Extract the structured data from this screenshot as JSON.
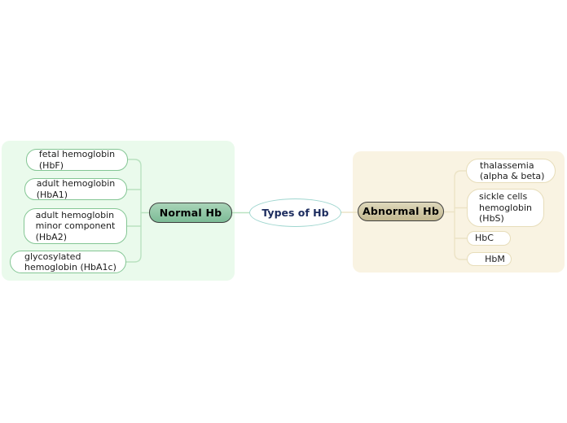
{
  "root": {
    "label": "Types of Hb"
  },
  "normal_branch": {
    "label": "Normal Hb",
    "children": [
      {
        "label": "fetal hemoglobin\n(HbF)"
      },
      {
        "label": "adult hemoglobin\n(HbA1)"
      },
      {
        "label": "adult hemoglobin\nminor component\n(HbA2)"
      },
      {
        "label": "glycosylated\nhemoglobin (HbA1c)"
      }
    ]
  },
  "abnormal_branch": {
    "label": "Abnormal Hb",
    "children": [
      {
        "label": "thalassemia\n(alpha & beta)"
      },
      {
        "label": "sickle cells\nhemoglobin\n(HbS)"
      },
      {
        "label": "HbC"
      },
      {
        "label": "HbM"
      }
    ]
  },
  "colors": {
    "page-bg": "#ffffff",
    "panel-normal-bg": "#eafaec",
    "panel-abnormal-bg": "#f9f3e2",
    "normal-border": "#84c694",
    "normal-line": "#b9e2c0",
    "abnormal-border": "#e7ddba",
    "abnormal-line": "#ece3c6",
    "root-border": "#9fd6cf",
    "root-text": "#1c2c5e",
    "normal-grad-top": "#a9d4b8",
    "normal-grad-bottom": "#7cbb96",
    "abnormal-grad-top": "#ded8bb",
    "abnormal-grad-bottom": "#c3b890",
    "branch-node-border": "#3e3e3e",
    "leaf-text": "#1c1c1c"
  }
}
